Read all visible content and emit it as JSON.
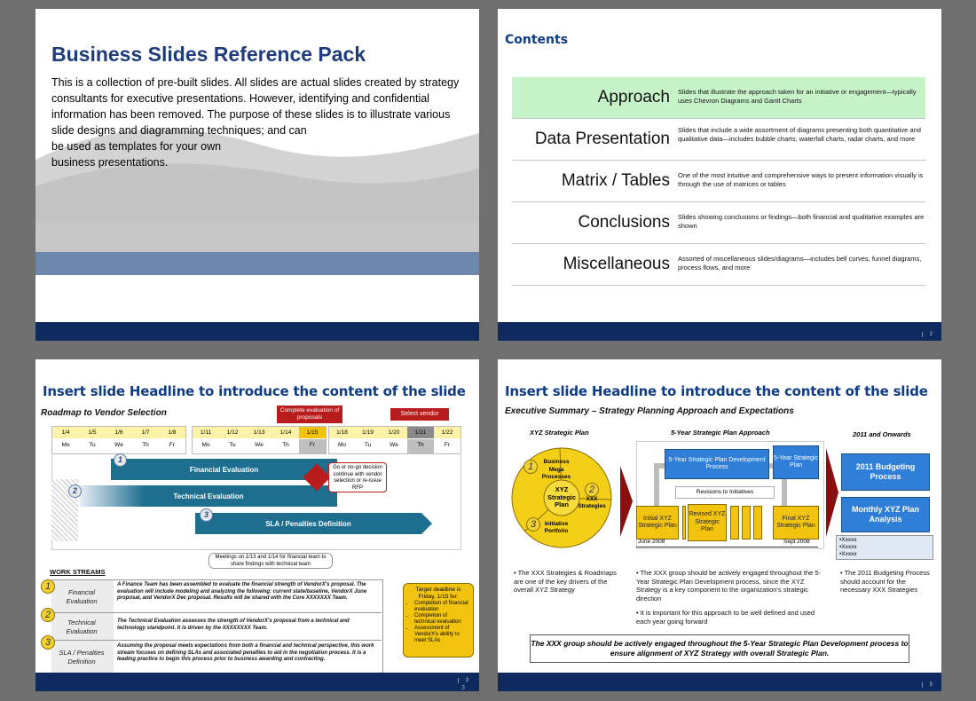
{
  "slide1": {
    "title": "Business Slides Reference Pack",
    "body": "This is a collection of pre-built slides.  All slides are actual slides created by strategy consultants for executive presentations.  However, identifying and confidential information has been removed.  The purpose of these slides is to illustrate various slide designs and diagramming techniques; and can\nbe used as templates for your own\nbusiness presentations."
  },
  "slide2": {
    "title": "Contents",
    "page": "2",
    "rows": [
      {
        "label": "Approach",
        "desc": "Slides that illustrate the approach taken for an initiative or engagement—typically uses Chevron Diagrams and Gantt Charts"
      },
      {
        "label": "Data Presentation",
        "desc": "Slides that include a wide assortment of diagrams presenting both quantitative and qualitative data—includes bubble charts, waterfall charts, radar charts, and more"
      },
      {
        "label": "Matrix / Tables",
        "desc": "One of the most intuitive and comprehensive ways to present information visually is through the use of matrices or tables"
      },
      {
        "label": "Conclusions",
        "desc": "Slides showing conclusions or findings—both financial and qualitative examples are shown"
      },
      {
        "label": "Miscellaneous",
        "desc": "Assorted of miscellaneous slides/diagrams—includes bell curves, funnel diagrams, process flows, and more"
      }
    ]
  },
  "slide3": {
    "headline": "Insert slide Headline to introduce the content of the slide",
    "subtitle": "Roadmap to Vendor Selection",
    "callout_proposals": "Complete evaluation of proposals",
    "callout_vendor": "Select vendor",
    "dates1": [
      "1/4",
      "1/5",
      "1/6",
      "1/7",
      "1/8"
    ],
    "dates2": [
      "1/11",
      "1/12",
      "1/13",
      "1/14",
      "1/15"
    ],
    "dates3": [
      "1/18",
      "1/19",
      "1/20",
      "1/21",
      "1/22"
    ],
    "days": [
      "Mo",
      "Tu",
      "We",
      "Th",
      "Fr"
    ],
    "bars": [
      "Financial Evaluation",
      "Technical Evaluation",
      "SLA / Penalties Definition"
    ],
    "nums": [
      "1",
      "2",
      "3"
    ],
    "decision": "Go or no-go decision continue with vendor selection or re-issue RFP",
    "meetings": "Meetings on 1/13 and 1/14 for financial team to share findings with technical team",
    "ws_title": "WORK STREAMS",
    "streams": [
      {
        "name": "Financial Evaluation",
        "desc": "A Finance Team has been assembled to evaluate the financial strength of VendorX's proposal.  The evaluation will include modeling and analyzing the following: current state/baseline, VendorX June proposal, and VendorX Dec proposal.  Results will be shared with the Core XXXXXXX Team."
      },
      {
        "name": "Technical Evaluation",
        "desc": "The Technical Evaluation assesses the strength of VendorX's proposal from a technical and technology standpoint.  It is driven by the XXXXXXXX Team."
      },
      {
        "name": "SLA / Penalties Definition",
        "desc": "Assuming the proposal meets expectations from both a financial and technical perspective, this work stream focuses on defining SLAs and associated penalties to aid in the negotiation process.  It is a leading practice to begin this process prior to business awarding and contracting."
      }
    ],
    "target_title": "Target deadline is Friday, 1/15 for:",
    "target_items": [
      "Completion of financial evaluation",
      "Completion of technical evaluation",
      "Assessment of VendorX's ability to meet SLAs"
    ],
    "page": "3",
    "page2": "3"
  },
  "slide4": {
    "headline": "Insert slide Headline to introduce the content of the slide",
    "subtitle": "Executive Summary – Strategy Planning Approach and Expectations",
    "col1": "XYZ Strategic Plan",
    "col2": "5-Year Strategic Plan Approach",
    "col3": "2011 and Onwards",
    "wheel_center": "XYZ Strategic Plan",
    "wheel_labels": [
      "Business Mega Processes",
      "XXX Strategies",
      "Initiative Portfolio"
    ],
    "nums": [
      "1",
      "2",
      "3"
    ],
    "box_dev": "5-Year Strategic Plan Development Process",
    "box_5yr": "5-Year Strategic Plan",
    "revisions": "Revisions to Initiatives",
    "box_initial": "Initial XYZ Strategic Plan",
    "box_revised": "Revised XYZ Strategic Plan",
    "box_final": "Final XYZ Strategic Plan",
    "date_start": "June 2008",
    "date_end": "Sept 2008",
    "box_budget": "2011 Budgeting Process",
    "box_monthly": "Monthly XYZ Plan Analysis",
    "x_items": [
      "•Xxxxx",
      "•Xxxxx",
      "•Xxxxx"
    ],
    "bullet1": "The XXX Strategies & Roadmaps are one of the key drivers of the overall XYZ Strategy",
    "bullet2a": "The XXX group should be actively engaged throughout the 5-Year Strategic Plan Development process, since the XYZ Strategy is a key component to the organization's strategic direction",
    "bullet2b": "It is important for this approach to be well defined and used each year going forward",
    "bullet3": "The 2011 Budgeting Process should account for the necessary XXX Strategies",
    "conclusion": "The XXX group should be actively engaged throughout the 5-Year Strategic Plan Development process to ensure alignment of XYZ Strategy with overall Strategic Plan.",
    "page": "5"
  }
}
